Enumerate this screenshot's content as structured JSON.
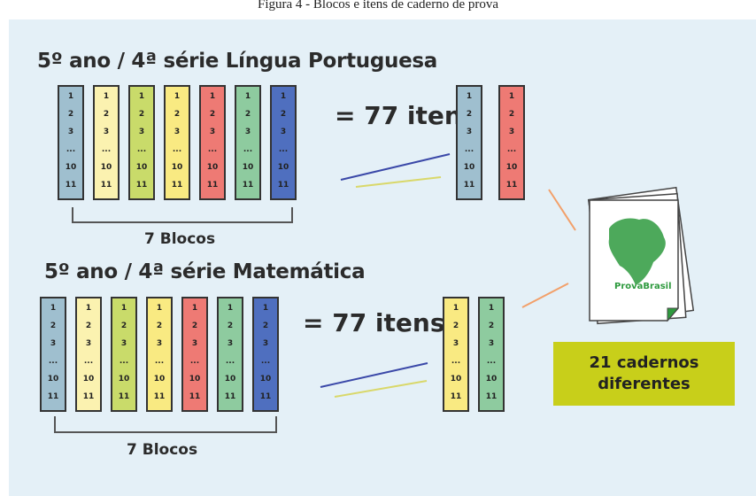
{
  "caption": "Figura 4 - Blocos e itens de caderno de prova",
  "sections": [
    {
      "title": "5º ano / 4ª série Língua Portuguesa",
      "equation": "= 77 itens",
      "blocos_label": "7 Blocos",
      "block_colors": [
        "#9fbfcf",
        "#fbf2b0",
        "#c9db6a",
        "#f9ea82",
        "#ee7a74",
        "#8ecb9f",
        "#4f6fbf"
      ],
      "sample_colors": [
        "#9fbfcf",
        "#ee7a74"
      ]
    },
    {
      "title": "5º ano / 4ª série Matemática",
      "equation": "= 77 itens",
      "blocos_label": "7 Blocos",
      "block_colors": [
        "#9fbfcf",
        "#fbf2b0",
        "#c9db6a",
        "#f9ea82",
        "#ee7a74",
        "#8ecb9f",
        "#4f6fbf"
      ],
      "sample_colors": [
        "#f9ea82",
        "#8ecb9f"
      ]
    }
  ],
  "block_items": [
    "1",
    "2",
    "3",
    "...",
    "10",
    "11"
  ],
  "booklet": {
    "brand": "ProvaBrasil",
    "result_line1": "21 cadernos",
    "result_line2": "diferentes"
  },
  "colors": {
    "panel_bg": "#e4f0f7",
    "result_box": "#c8cf1a",
    "connector_orange": "#f2a06a",
    "connector_blue": "#3a48a8",
    "connector_yellow": "#d9d86a"
  }
}
